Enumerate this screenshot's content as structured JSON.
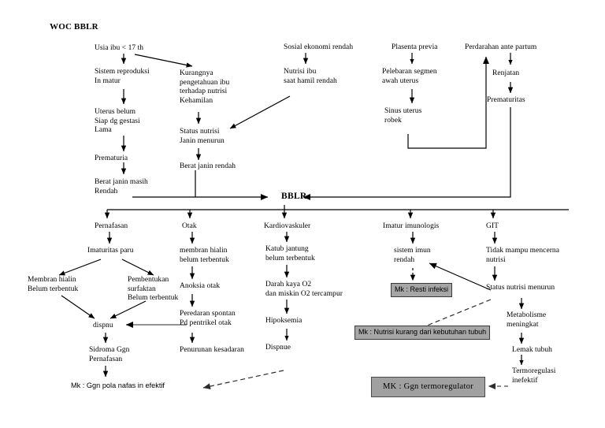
{
  "document": {
    "title": "WOC BBLR",
    "central_node": "BBLR"
  },
  "colors": {
    "background": "#ffffff",
    "text": "#000000",
    "line": "#000000",
    "mk_box_fill": "#a6a6a6",
    "mk_box_border": "#3a3a3a",
    "dashed_line": "#3a3a3a"
  },
  "nodes": {
    "usia_ibu": "Usia ibu < 17 th",
    "sistem_reproduksi": "Sistem reproduksi\nIn matur",
    "uterus_belum": "Uterus belum\nSiap dg gestasi\nLama",
    "prematuria": "Prematuria",
    "berat_janin_masih_rendah": "Berat janin masih\nRendah",
    "kurangnya_pengetahuan": "Kurangnya\npengetahuan ibu\nterhadap nutrisi\nKehamilan",
    "status_nutrisi_janin": "Status nutrisi\nJanin menurun",
    "berat_janin_rendah": "Berat janin rendah",
    "sosial_ekonomi": "Sosial ekonomi rendah",
    "nutrisi_ibu": "Nutrisi ibu\nsaat hamil rendah",
    "plasenta_previa": "Plasenta previa",
    "pelebaran_segmen": "Pelebaran segmen\nawah uterus",
    "sinus_uterus": "Sinus uterus\nrobek",
    "perdarahan_ante_partum": "Perdarahan ante partum",
    "renjatan": "Renjatan",
    "prematuritas": "Prematuritas",
    "pernafasan": "Pernafasan",
    "otak": "Otak",
    "kardiovaskuler": "Kardiovaskuler",
    "imatur_imunologis": "Imatur imunologis",
    "git": "GIT",
    "imaturitas_paru": "Imaturitas paru",
    "membran_hialin_belum": "Membran hialin\nBelum terbentuk",
    "pembentukan_surfaktan": "Pembentukan\nsurfaktan\nBelum terbentuk",
    "dispnu": "dispnu",
    "sidroma_ggn_pernafasan": "Sidroma  Ggn\nPernafasan",
    "membran_hialin_otak": "membran hialin\nbelum terbentuk",
    "anoksia_otak": "Anoksia otak",
    "peredaran_spontan": "Peredaran spontan\nPd pentrikel otak",
    "penurunan_kesadaran": "Penurunan kesadaran",
    "katub_jantung": "Katub jantung\nbelum terbentuk",
    "darah_kaya_o2": "Darah kaya O2\ndan miskin O2 tercampur",
    "hipoksemia": "Hipoksemia",
    "dispnue": "Dispnue",
    "sistem_imun_rendah": "sistem imun\nrendah",
    "tidak_mampu_mencerna": "Tidak mampu mencerna\nnutrisi",
    "status_nutrisi_menurun": "Status nutrisi menurun",
    "metabolisme_meningkat": "Metabolisme\nmeningkat",
    "lemak_tubuh": "Lemak tubuh",
    "termoregulasi_inefektif": "Termoregulasi\ninefektif"
  },
  "diagnoses": {
    "ggn_pola_nafas": "Mk : Ggn pola nafas in efektif",
    "resti_infeksi": "Mk : Resti infeksi",
    "nutrisi_kurang": "Mk : Nutrisi kurang dari kebutuhan tubuh",
    "ggn_termoregulator": "MK : Ggn termoregulator"
  }
}
